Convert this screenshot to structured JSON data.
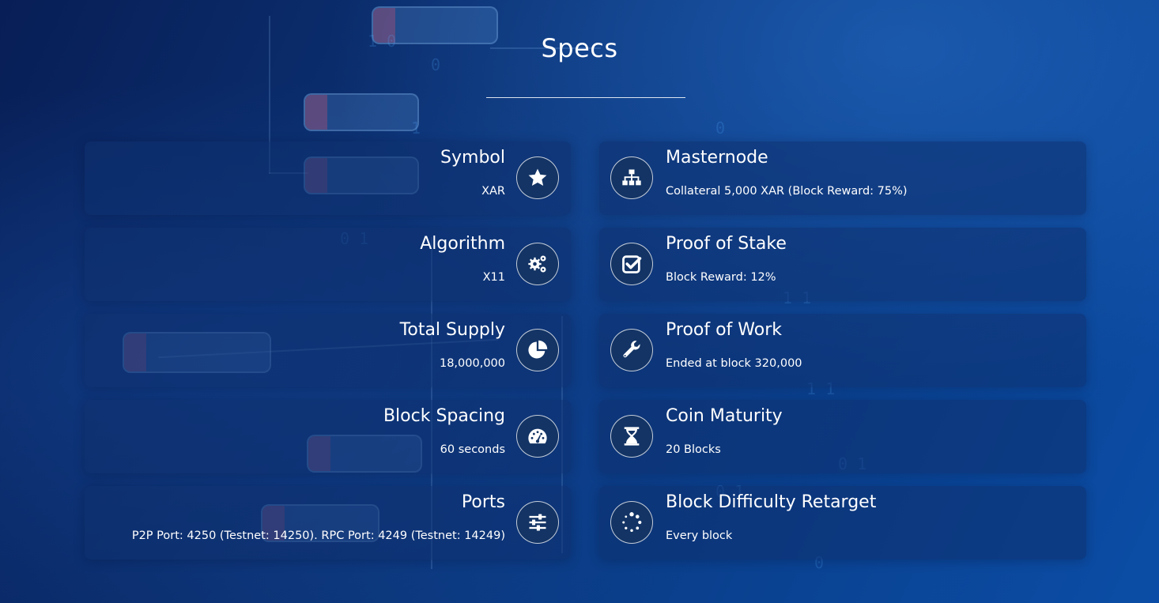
{
  "page": {
    "title": "Specs"
  },
  "specs_left": [
    {
      "icon": "star-icon",
      "label": "Symbol",
      "value": "XAR"
    },
    {
      "icon": "gears-icon",
      "label": "Algorithm",
      "value": "X11"
    },
    {
      "icon": "pie-chart-icon",
      "label": "Total Supply",
      "value": "18,000,000"
    },
    {
      "icon": "speedometer-icon",
      "label": "Block Spacing",
      "value": "60 seconds"
    },
    {
      "icon": "sliders-icon",
      "label": "Ports",
      "value": "P2P Port: 4250 (Testnet: 14250). RPC Port: 4249 (Testnet: 14249)"
    }
  ],
  "specs_right": [
    {
      "icon": "sitemap-icon",
      "label": "Masternode",
      "value": "Collateral 5,000 XAR (Block Reward: 75%)"
    },
    {
      "icon": "check-square-icon",
      "label": "Proof of Stake",
      "value": "Block Reward: 12%"
    },
    {
      "icon": "wrench-icon",
      "label": "Proof of Work",
      "value": "Ended at block 320,000"
    },
    {
      "icon": "hourglass-icon",
      "label": "Coin Maturity",
      "value": "20 Blocks"
    },
    {
      "icon": "spinner-icon",
      "label": "Block Difficulty Retarget",
      "value": "Every block"
    }
  ],
  "colors": {
    "background": "#0b3a82",
    "panel": "#0e306e",
    "icon_circle": "#133465",
    "text": "#ffffff"
  }
}
